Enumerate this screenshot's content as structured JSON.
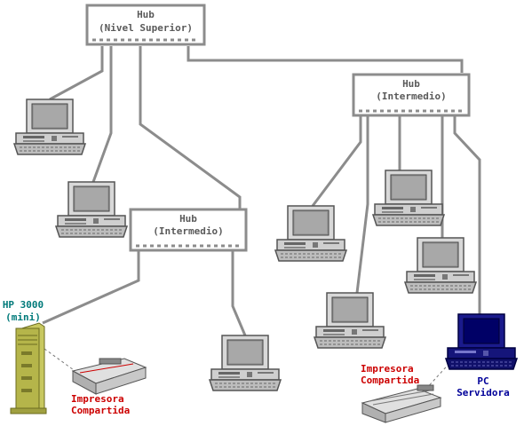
{
  "hubs": {
    "top": {
      "line1": "Hub",
      "line2": "(Nivel Superior)"
    },
    "right": {
      "line1": "Hub",
      "line2": "(Intermedio)"
    },
    "middle": {
      "line1": "Hub",
      "line2": "(Intermedio)"
    }
  },
  "mini": {
    "line1": "HP 3000",
    "line2": "(mini)"
  },
  "printer_left": {
    "line1": "Impresora",
    "line2": "Compartida"
  },
  "printer_right": {
    "line1": "Impresora",
    "line2": "Compartida"
  },
  "server": {
    "line1": "PC",
    "line2": "Servidora"
  },
  "colors": {
    "cable": "#8c8c8c",
    "red_label": "#cc0000",
    "teal_label": "#007a7a",
    "server_label": "#000099",
    "server_body": "#000080",
    "mini_body": "#b5b54a"
  }
}
